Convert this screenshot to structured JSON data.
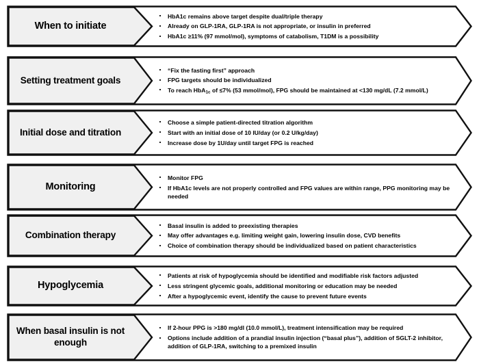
{
  "figure": {
    "type": "process-chevron-diagram",
    "shape_fill_label": "#f0f0f0",
    "shape_fill_body": "#ffffff",
    "stroke": "#111111",
    "text_color": "#000000"
  },
  "rows": [
    {
      "label": "When to initiate",
      "bullets": [
        "HbA1c remains above target despite dual/triple therapy",
        "Already on GLP-1RA, GLP-1RA is not appropriate, or insulin in preferred",
        "HbA1c ≥11% (97 mmol/mol), symptoms of catabolism, T1DM is a possibility"
      ]
    },
    {
      "label": "Setting treatment goals",
      "bullets": [
        "“Fix the fasting first” approach",
        "FPG targets should be individualized",
        "To reach HbA<sub>1c</sub> of ≤7% (53 mmol/mol), FPG should be maintained at <130 mg/dL (7.2 mmol/L)"
      ]
    },
    {
      "label": "Initial dose and titration",
      "bullets": [
        "Choose a simple patient-directed titration algorithm",
        "Start with an initial dose of 10 IU/day (or 0.2 U/kg/day)",
        "Increase dose by 1U/day until target FPG is reached"
      ]
    },
    {
      "label": "Monitoring",
      "bullets": [
        "Monitor FPG",
        "If HbA1c levels are not properly controlled and FPG values are within range, PPG monitoring may be needed"
      ]
    },
    {
      "label": "Combination therapy",
      "bullets": [
        "Basal insulin is added to preexisting therapies",
        "May offer advantages e.g. limiting weight gain, lowering insulin dose, CVD benefits",
        "Choice of combination therapy should be individualized based on patient characteristics"
      ]
    },
    {
      "label": "Hypoglycemia",
      "bullets": [
        "Patients at risk of hypoglycemia should be identified and modifiable risk factors adjusted",
        "Less stringent glycemic goals, additional monitoring or education may be needed",
        "After a hypoglycemic event, identify the cause to prevent future events"
      ]
    },
    {
      "label": "When basal insulin is not enough",
      "bullets": [
        "If 2-hour PPG is >180 mg/dl (10.0 mmol/L), treatment intensification may be required",
        "Options include addition of a prandial insulin injection (“basal plus”), addition of SGLT-2 inhibitor, addition of GLP-1RA, switching to a premixed insulin"
      ]
    }
  ],
  "geometry": {
    "rows_top": [
      8,
      82,
      160,
      239,
      313,
      388,
      458
    ],
    "rows_height": [
      61,
      72,
      68,
      69,
      63,
      60,
      70
    ]
  }
}
